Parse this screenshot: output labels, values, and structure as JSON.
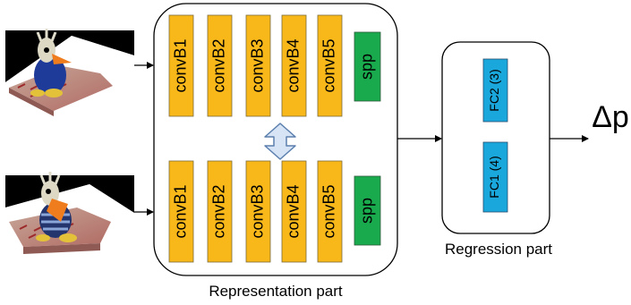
{
  "representation": {
    "caption": "Representation part",
    "top_row": [
      "convB1",
      "convB2",
      "convB3",
      "convB4",
      "convB5"
    ],
    "bottom_row": [
      "convB1",
      "convB2",
      "convB3",
      "convB4",
      "convB5"
    ],
    "pool_label": "spp"
  },
  "regression": {
    "caption": "Regression part",
    "fc_top": "FC2 (3)",
    "fc_bottom": "FC1 (4)"
  },
  "output": {
    "label": "Δp"
  },
  "colors": {
    "conv": "#f9b81a",
    "spp": "#1aaa4e",
    "fc": "#1aa7dc",
    "double_arrow": "#d6e4f5",
    "double_arrow_stroke": "#5b7fae"
  },
  "images": [
    {
      "name": "input-image-top"
    },
    {
      "name": "input-image-bottom"
    }
  ]
}
